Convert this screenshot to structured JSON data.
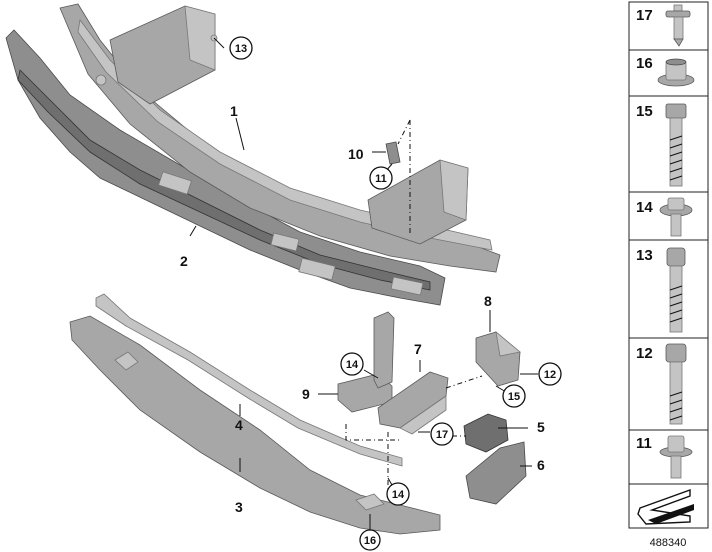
{
  "diagram": {
    "callouts": [
      {
        "id": "c1",
        "label": "1"
      },
      {
        "id": "c2",
        "label": "2"
      },
      {
        "id": "c3",
        "label": "3"
      },
      {
        "id": "c4",
        "label": "4"
      },
      {
        "id": "c5",
        "label": "5"
      },
      {
        "id": "c6",
        "label": "6"
      },
      {
        "id": "c7",
        "label": "7"
      },
      {
        "id": "c8",
        "label": "8"
      },
      {
        "id": "c9",
        "label": "9"
      },
      {
        "id": "c10",
        "label": "10"
      }
    ],
    "circled_callouts": [
      {
        "id": "cc13",
        "label": "13"
      },
      {
        "id": "cc11",
        "label": "11"
      },
      {
        "id": "cc12",
        "label": "12"
      },
      {
        "id": "cc14a",
        "label": "14"
      },
      {
        "id": "cc15",
        "label": "15"
      },
      {
        "id": "cc17",
        "label": "17"
      },
      {
        "id": "cc14b",
        "label": "14"
      },
      {
        "id": "cc16",
        "label": "16"
      }
    ]
  },
  "parts_panel": {
    "items": [
      {
        "label": "17",
        "icon": "rivet-icon"
      },
      {
        "label": "16",
        "icon": "flange-nut-icon"
      },
      {
        "label": "15",
        "icon": "hex-bolt-icon"
      },
      {
        "label": "14",
        "icon": "washer-screw-icon"
      },
      {
        "label": "13",
        "icon": "socket-bolt-long-icon"
      },
      {
        "label": "12",
        "icon": "socket-bolt-icon"
      },
      {
        "label": "11",
        "icon": "hex-flange-screw-icon"
      }
    ],
    "nav_icon": "direction-arrow-icon"
  },
  "document_id": "488340"
}
